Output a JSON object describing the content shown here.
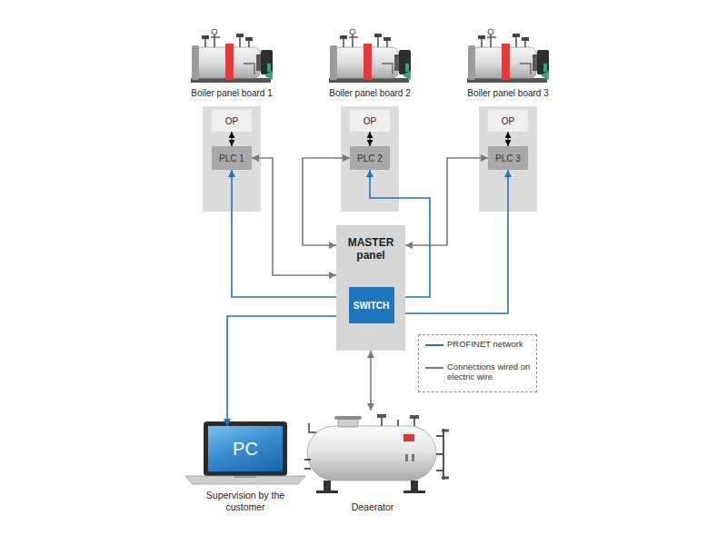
{
  "diagram": {
    "nodes": [
      {
        "text": [
          "OP"
        ]
      },
      {
        "text": [
          "PLC 1"
        ]
      },
      {
        "text": [
          "OP"
        ]
      },
      {
        "text": [
          "PLC 2"
        ]
      },
      {
        "text": [
          "OP"
        ]
      },
      {
        "text": [
          "PLC 3"
        ]
      },
      {
        "text": [
          "MASTER panel"
        ]
      },
      {
        "text": [
          "SWITCH"
        ],
        "in": 6
      },
      {
        "text": [
          "PC",
          "Supervision by the customer"
        ]
      },
      {
        "text": [
          "Deaerator"
        ]
      }
    ],
    "edges": [
      {
        "from": 0,
        "to": 1,
        "arrow": "both"
      },
      {
        "from": 2,
        "to": 3,
        "arrow": "both"
      },
      {
        "from": 4,
        "to": 5,
        "arrow": "both"
      },
      {
        "from": 1,
        "to": 6,
        "arrow": "both"
      },
      {
        "from": 3,
        "to": 6,
        "arrow": "both"
      },
      {
        "from": 5,
        "to": 6,
        "arrow": "both"
      },
      {
        "from": 1,
        "to": 7,
        "arrow": "both"
      },
      {
        "from": 3,
        "to": 7,
        "arrow": "both"
      },
      {
        "from": 5,
        "to": 7,
        "arrow": "both"
      },
      {
        "from": 7,
        "to": 8,
        "arrow": "both"
      },
      {
        "from": 6,
        "to": 9,
        "arrow": "both"
      }
    ],
    "labels": [
      "Boiler panel board 1",
      "Boiler panel board 2",
      "Boiler panel board 3"
    ],
    "legend": [
      {
        "text": "PROFINET network"
      },
      {
        "text": "Connections wired on electric wire"
      }
    ]
  }
}
